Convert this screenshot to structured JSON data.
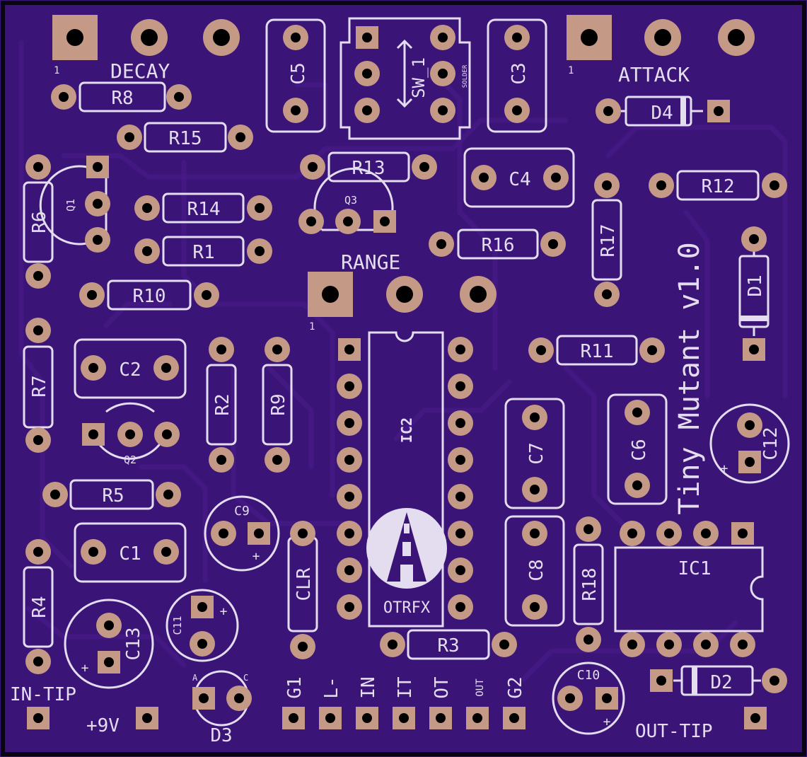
{
  "board": {
    "colors": {
      "substrate": "#3b1477",
      "copper": "#4a1c8c",
      "silk": "#e4ddf0",
      "pad": "#c49a86"
    },
    "title": "Tiny Mutant v1.0",
    "logo_text": "OTRFX",
    "pot_labels": {
      "decay": "DECAY",
      "attack": "ATTACK",
      "range": "RANGE",
      "pin1": "1"
    },
    "switch_label": "SW_1",
    "solder_label": "SOLDER",
    "io_labels": {
      "in_tip": "IN-TIP",
      "plus9v": "+9V",
      "out_tip": "OUT-TIP"
    },
    "header_labels": [
      "G1",
      "L-",
      "IN",
      "IT",
      "OT",
      "OUT",
      "G2"
    ],
    "diode_pins": {
      "anode": "A",
      "cathode": "C"
    },
    "polarity_mark": "+",
    "components": {
      "resistors": [
        "R1",
        "R2",
        "R3",
        "R4",
        "R5",
        "R6",
        "R7",
        "R8",
        "R9",
        "R10",
        "R11",
        "R12",
        "R13",
        "R14",
        "R15",
        "R16",
        "R17",
        "R18"
      ],
      "capacitors": [
        "C1",
        "C2",
        "C3",
        "C4",
        "C5",
        "C6",
        "C7",
        "C8",
        "C9",
        "C10",
        "C11",
        "C12",
        "C13"
      ],
      "transistors": [
        "Q1",
        "Q2",
        "Q3"
      ],
      "diodes": [
        "D1",
        "D2",
        "D3",
        "D4"
      ],
      "ics": [
        "IC1",
        "IC2"
      ],
      "misc": [
        "CLR"
      ]
    }
  }
}
